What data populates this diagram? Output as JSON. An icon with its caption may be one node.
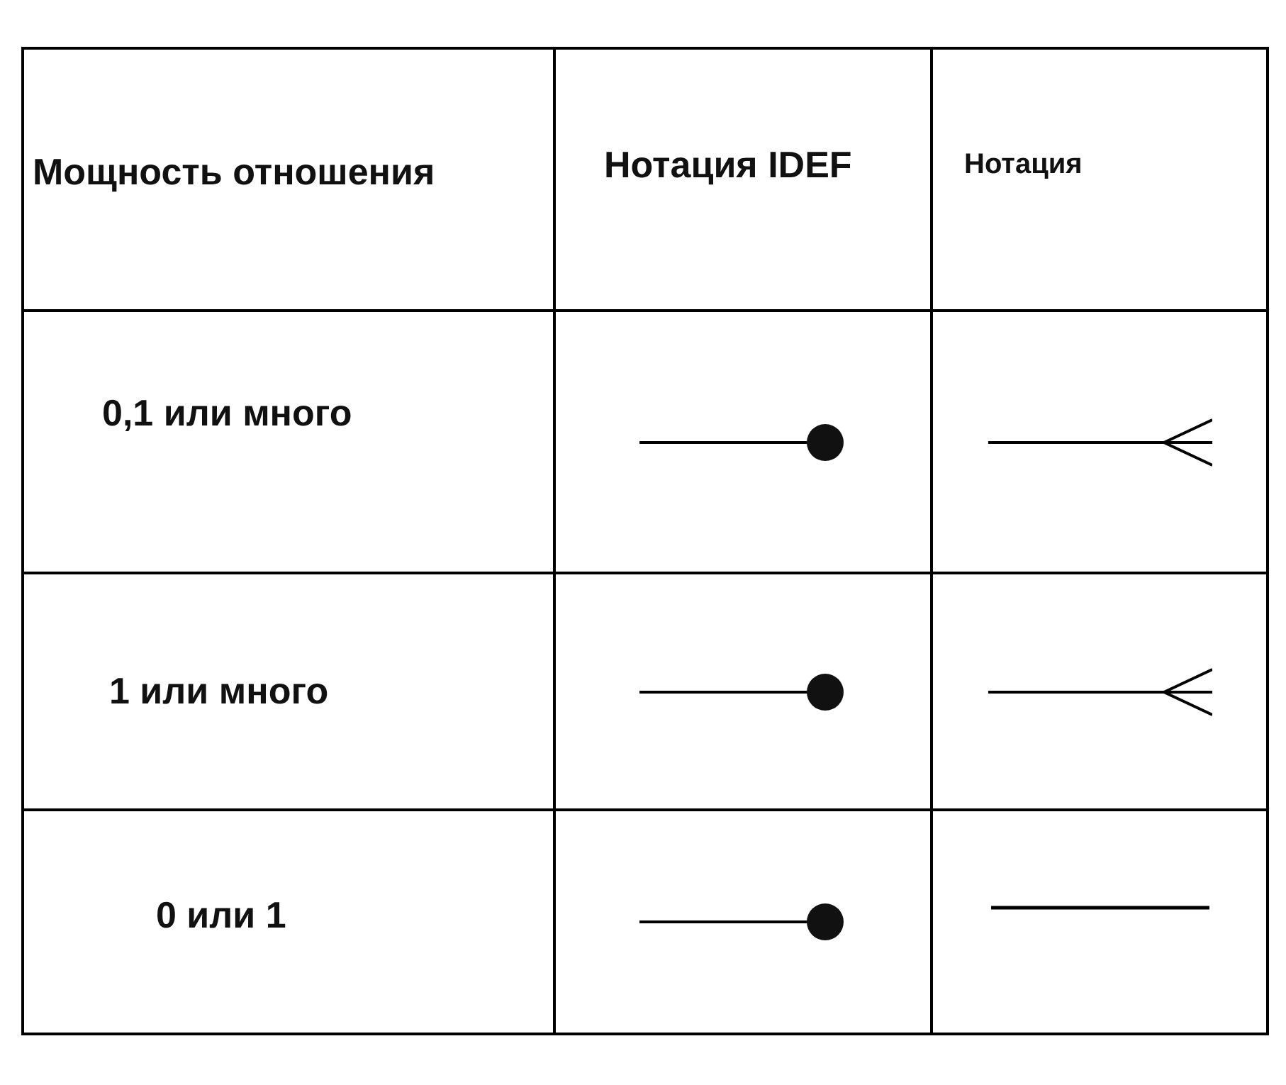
{
  "diagram": {
    "labels": [
      "Мощность отношения",
      "Нотация IDEF",
      "Нотация",
      "0,1 или много",
      "1 или много",
      "0 или 1"
    ]
  }
}
